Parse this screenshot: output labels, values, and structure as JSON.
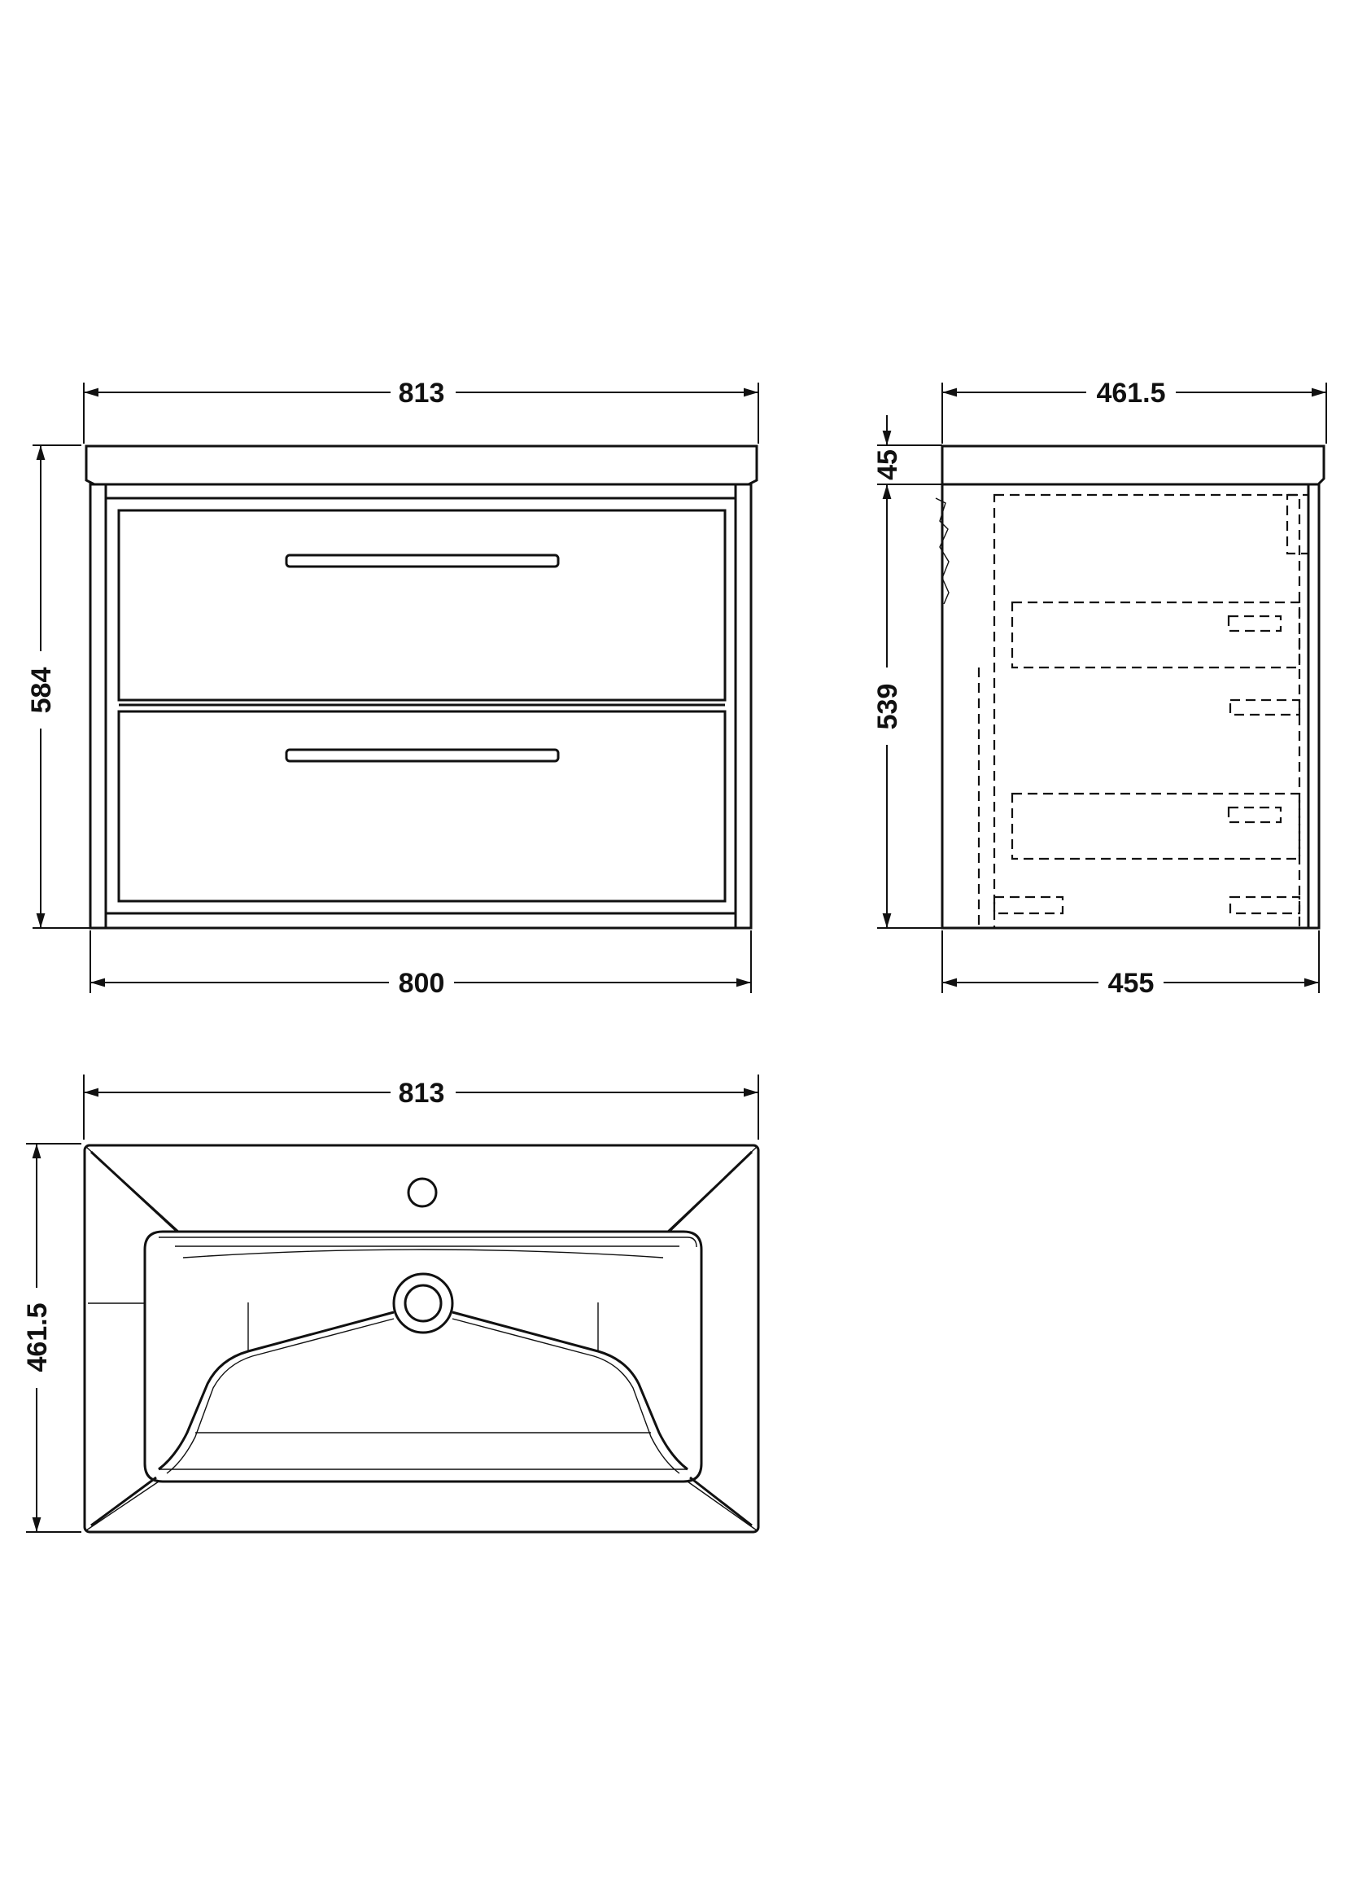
{
  "front_view": {
    "top_width": "813",
    "height": "584",
    "bottom_width": "800"
  },
  "side_view": {
    "top_depth": "461.5",
    "top_thickness": "45",
    "body_height": "539",
    "bottom_depth": "455"
  },
  "plan_view": {
    "width": "813",
    "depth": "461.5"
  },
  "line_color": "#111111",
  "background": "#ffffff"
}
